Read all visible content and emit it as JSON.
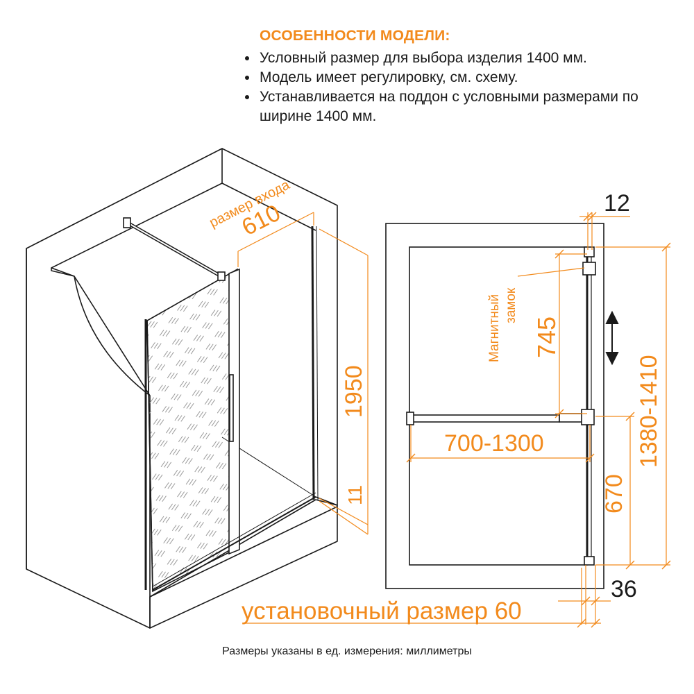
{
  "features": {
    "title": "ОСОБЕННОСТИ МОДЕЛИ:",
    "items": [
      "Условный размер для выбора изделия 1400 мм.",
      "Модель имеет регулировку, см. схему.",
      "Устанавливается на поддон с условными размерами по ширине 1400 мм."
    ]
  },
  "iso_view": {
    "entry_label": "размер входа",
    "entry_value": "610",
    "height_value": "1950",
    "threshold_value": "11"
  },
  "plan_view": {
    "top_gap": "12",
    "magnetic_lock": "Магнитный замок",
    "lock_height": "745",
    "bar_range": "700-1300",
    "total_range": "1380-1410",
    "lower_height": "670",
    "bottom_gap": "36",
    "install_size": "установочный размер 60"
  },
  "footnote": "Размеры указаны в ед. измерения: миллиметры",
  "colors": {
    "accent": "#f28a1c",
    "line": "#1a1a1a"
  }
}
